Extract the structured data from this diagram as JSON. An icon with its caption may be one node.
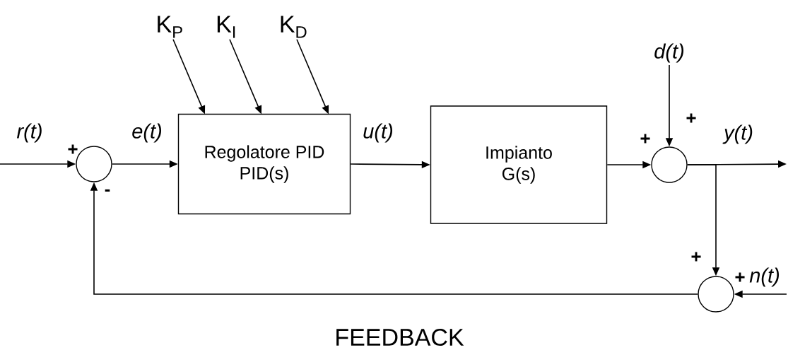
{
  "diagram": {
    "nodes": [
      {
        "text": [],
        "shape": "circle"
      },
      {
        "text": [
          "Regolatore PID",
          "PID(s)"
        ]
      },
      {
        "text": [
          "Impianto",
          "G(s)"
        ]
      },
      {
        "text": [],
        "shape": "circle"
      },
      {
        "text": [],
        "shape": "circle"
      },
      {
        "text": [
          "K$_{P}$"
        ]
      },
      {
        "text": [
          "K$_{I}$"
        ]
      },
      {
        "text": [
          "K$_{D}$"
        ]
      },
      {
        "text": [
          "d(t)"
        ]
      }
    ],
    "edges": [
      {
        "from": null,
        "to": 0,
        "arrow": "to",
        "label": "r(t)"
      },
      {
        "from": 0,
        "to": 1,
        "arrow": "to",
        "label": "e(t)"
      },
      {
        "from": 1,
        "to": 2,
        "arrow": "to",
        "label": "u(t)"
      },
      {
        "from": 2,
        "to": 3,
        "arrow": "to"
      },
      {
        "from": 8,
        "to": 3,
        "arrow": "to"
      },
      {
        "from": 3,
        "to": null,
        "arrow": "to",
        "label": "y(t)"
      },
      {
        "from": 3,
        "to": 4,
        "arrow": "to"
      },
      {
        "from": null,
        "to": 4,
        "arrow": "to",
        "label": "n(t)"
      },
      {
        "from": 4,
        "to": 0,
        "arrow": "to"
      },
      {
        "from": 5,
        "to": 1,
        "arrow": "to"
      },
      {
        "from": 6,
        "to": 1,
        "arrow": "to"
      },
      {
        "from": 7,
        "to": 1,
        "arrow": "to"
      }
    ],
    "labels": [
      "+",
      "+",
      "+",
      "-",
      "+",
      "+",
      "FEEDBACK"
    ]
  }
}
